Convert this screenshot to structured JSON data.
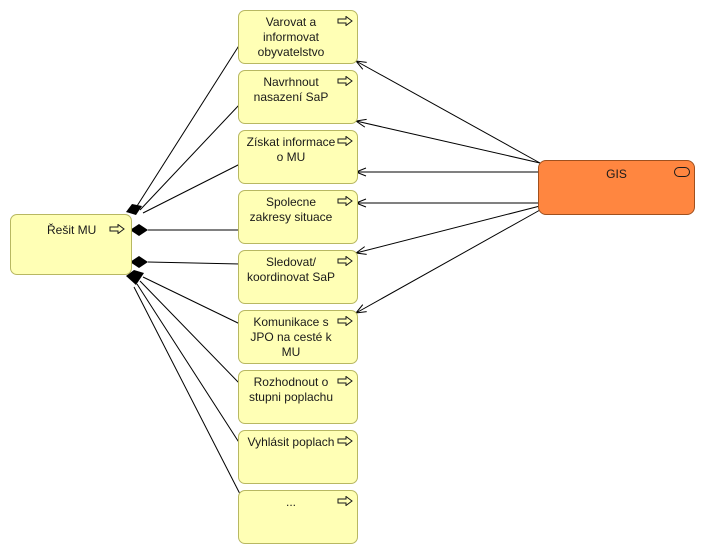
{
  "diagram": {
    "main_process": {
      "label": "Řešit MU",
      "icon": "process-arrow-icon"
    },
    "sub_processes": [
      {
        "label": "Varovat a informovat obyvatelstvo",
        "icon": "process-arrow-icon"
      },
      {
        "label": "Navrhnout nasazení SaP",
        "icon": "process-arrow-icon"
      },
      {
        "label": "Získat informace o MU",
        "icon": "process-arrow-icon"
      },
      {
        "label": "Spolecne zakresy situace",
        "icon": "process-arrow-icon"
      },
      {
        "label": "Sledovat/ koordinovat SaP",
        "icon": "process-arrow-icon"
      },
      {
        "label": "Komunikace s JPO na cesté k MU",
        "icon": "process-arrow-icon"
      },
      {
        "label": "Rozhodnout o stupni poplachu",
        "icon": "process-arrow-icon"
      },
      {
        "label": "Vyhlásit poplach",
        "icon": "process-arrow-icon"
      },
      {
        "label": "...",
        "icon": "process-arrow-icon"
      }
    ],
    "service": {
      "label": "GIS",
      "icon": "service-icon"
    },
    "colors": {
      "process_fill": "#ffffb5",
      "process_border": "#b8b862",
      "service_fill": "#ff8640",
      "service_border": "#a0501e",
      "line": "#000000"
    }
  }
}
